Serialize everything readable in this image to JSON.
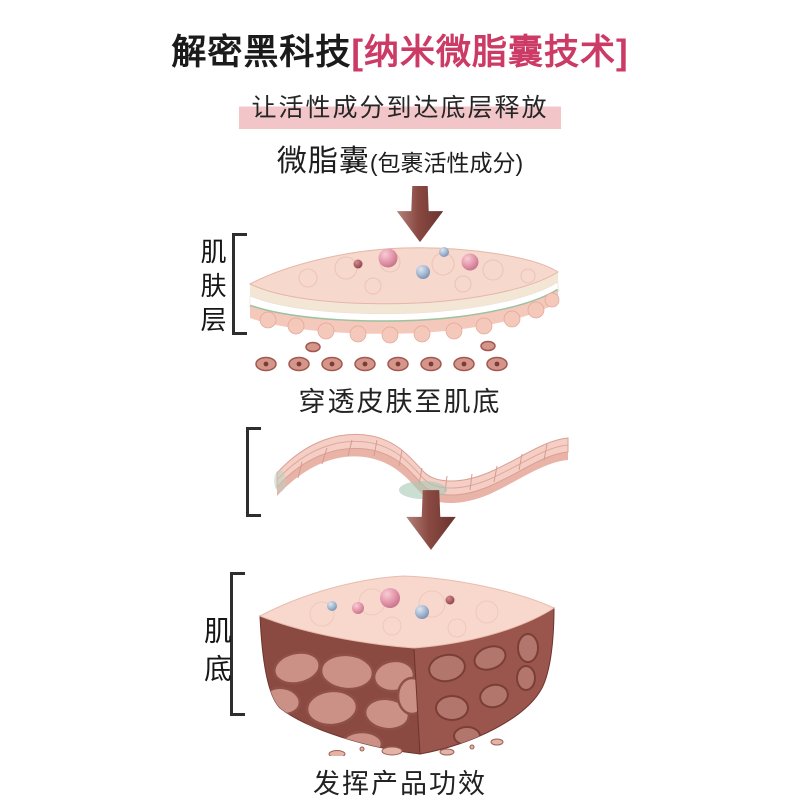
{
  "infographic": {
    "title": {
      "prefix": "解密黑科技",
      "highlight": "[纳米微脂囊技术]"
    },
    "subtitle": "让活性成分到达底层释放",
    "capsule_label": {
      "name": "微脂囊",
      "note": "(包裹活性成分)"
    },
    "skin_layer_label": "肌肤层",
    "skin_base_label": "肌底",
    "caption_penetrate": "穿透皮肤至肌底",
    "caption_effect": "发挥产品功效",
    "icons": {
      "arrow_top": "down-arrow-icon",
      "arrow_mid": "down-arrow-icon"
    },
    "colors": {
      "title_highlight_pink": "#cc3a66",
      "subtitle_band_pink": "#f2c6c9",
      "arrow_maroon": "#8a4a43",
      "skin_surface_pink": "#f7d8cd",
      "strata_green_line": "#9cc2a0",
      "tissue_cell_rose": "#cb9187",
      "tissue_base_dark": "#8a4a42",
      "bracket_black": "#2e2e2e"
    }
  }
}
